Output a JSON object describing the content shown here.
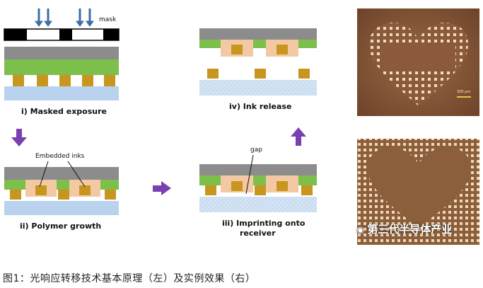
{
  "panels": {
    "masked_exposure": "i) Masked exposure",
    "polymer_growth": "ii) Polymer growth",
    "imprinting_line1": "iii) Imprinting onto",
    "imprinting_line2": "receiver",
    "ink_release": "iv) Ink release"
  },
  "annotations": {
    "mask": "mask",
    "embedded_inks": "Embedded inks",
    "gap": "gap",
    "scale_bar": "300 µm"
  },
  "watermark": "第三代半导体产业",
  "caption": "图1：光响应转移技术基本原理（左）及实例效果（右）",
  "colors": {
    "gray_stamp": "#8c8c8c",
    "green_polymer": "#7cbf4a",
    "ink_gold": "#c8961e",
    "embedded_peach": "#f3c9a4",
    "receiver_blue": "#b9d3ee",
    "arrow_blue": "#3f6ea6",
    "arrow_purple": "#7a3fb0",
    "photo_brown": "#8a5a3a"
  }
}
